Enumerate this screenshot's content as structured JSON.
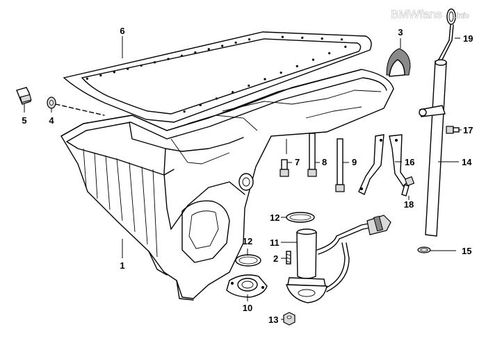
{
  "watermark": {
    "brand": "BMWfans",
    "suffix": ".info"
  },
  "callouts": [
    {
      "id": "1",
      "text": "1"
    },
    {
      "id": "2",
      "text": "2"
    },
    {
      "id": "3",
      "text": "3"
    },
    {
      "id": "4",
      "text": "4"
    },
    {
      "id": "5",
      "text": "5"
    },
    {
      "id": "6",
      "text": "6"
    },
    {
      "id": "7",
      "text": "7"
    },
    {
      "id": "8",
      "text": "8"
    },
    {
      "id": "9",
      "text": "9"
    },
    {
      "id": "10",
      "text": "10"
    },
    {
      "id": "11",
      "text": "11"
    },
    {
      "id": "12a",
      "text": "12"
    },
    {
      "id": "12b",
      "text": "12"
    },
    {
      "id": "13",
      "text": "13"
    },
    {
      "id": "14",
      "text": "14"
    },
    {
      "id": "15",
      "text": "15"
    },
    {
      "id": "16",
      "text": "16"
    },
    {
      "id": "17",
      "text": "17"
    },
    {
      "id": "18",
      "text": "18"
    },
    {
      "id": "19",
      "text": "19"
    }
  ]
}
